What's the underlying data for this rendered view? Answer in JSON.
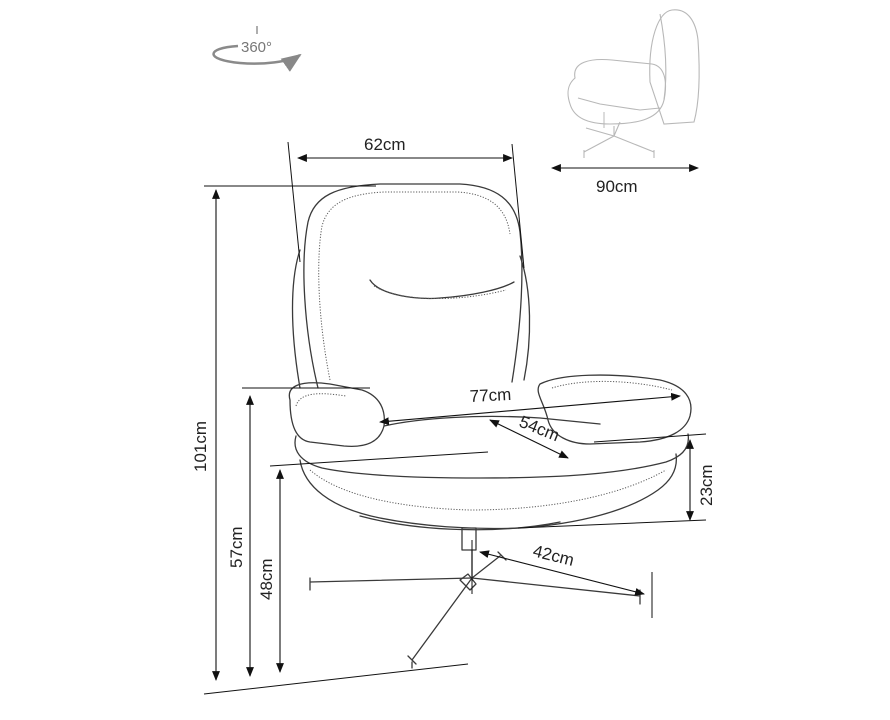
{
  "rotation": {
    "label": "360°",
    "icon": "rotate-360-icon"
  },
  "dimensions": {
    "width_top": "62cm",
    "depth_top": "90cm",
    "height_total": "101cm",
    "height_armrest": "57cm",
    "height_seat": "48cm",
    "width_arms": "77cm",
    "seat_depth": "54cm",
    "armrest_height": "23cm",
    "base_radius": "42cm"
  },
  "colors": {
    "line": "#111111",
    "sketch": "#3a3a3a",
    "ghost": "#b8b8b8"
  }
}
